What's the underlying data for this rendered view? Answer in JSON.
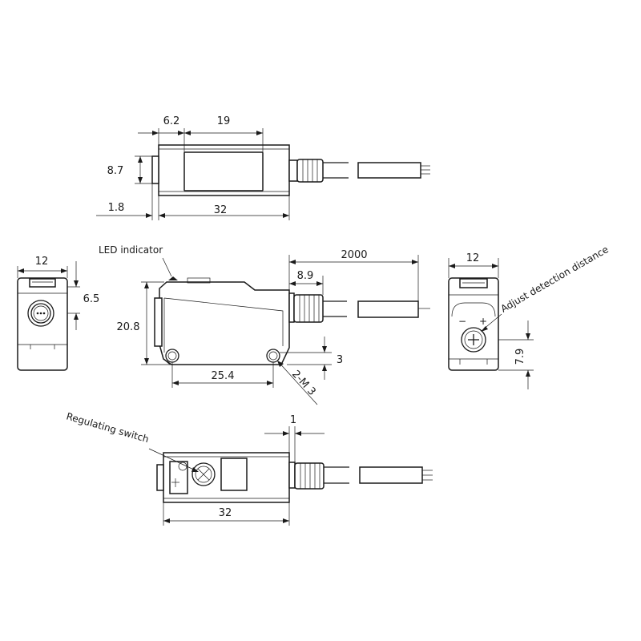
{
  "top_view": {
    "dim_front": "6.2",
    "dim_window": "19",
    "dim_height": "8.7",
    "dim_lens": "1.8",
    "dim_length": "32"
  },
  "end_view_left": {
    "dim_width": "12",
    "dim_led": "6.5"
  },
  "side_view": {
    "led_label": "LED indicator",
    "dim_cable": "2000",
    "dim_connector": "8.9",
    "dim_height": "20.8",
    "dim_hole_spacing": "25.4",
    "dim_hole_offset": "3",
    "dim_hole_thread": "2-M 3"
  },
  "end_view_right": {
    "dim_width": "12",
    "adjust_label": "Adjust detection distance",
    "dim_adjust_height": "7.9"
  },
  "bottom_view": {
    "regulating_label": "Regulating switch",
    "dim_offset": "1",
    "dim_length": "32"
  }
}
